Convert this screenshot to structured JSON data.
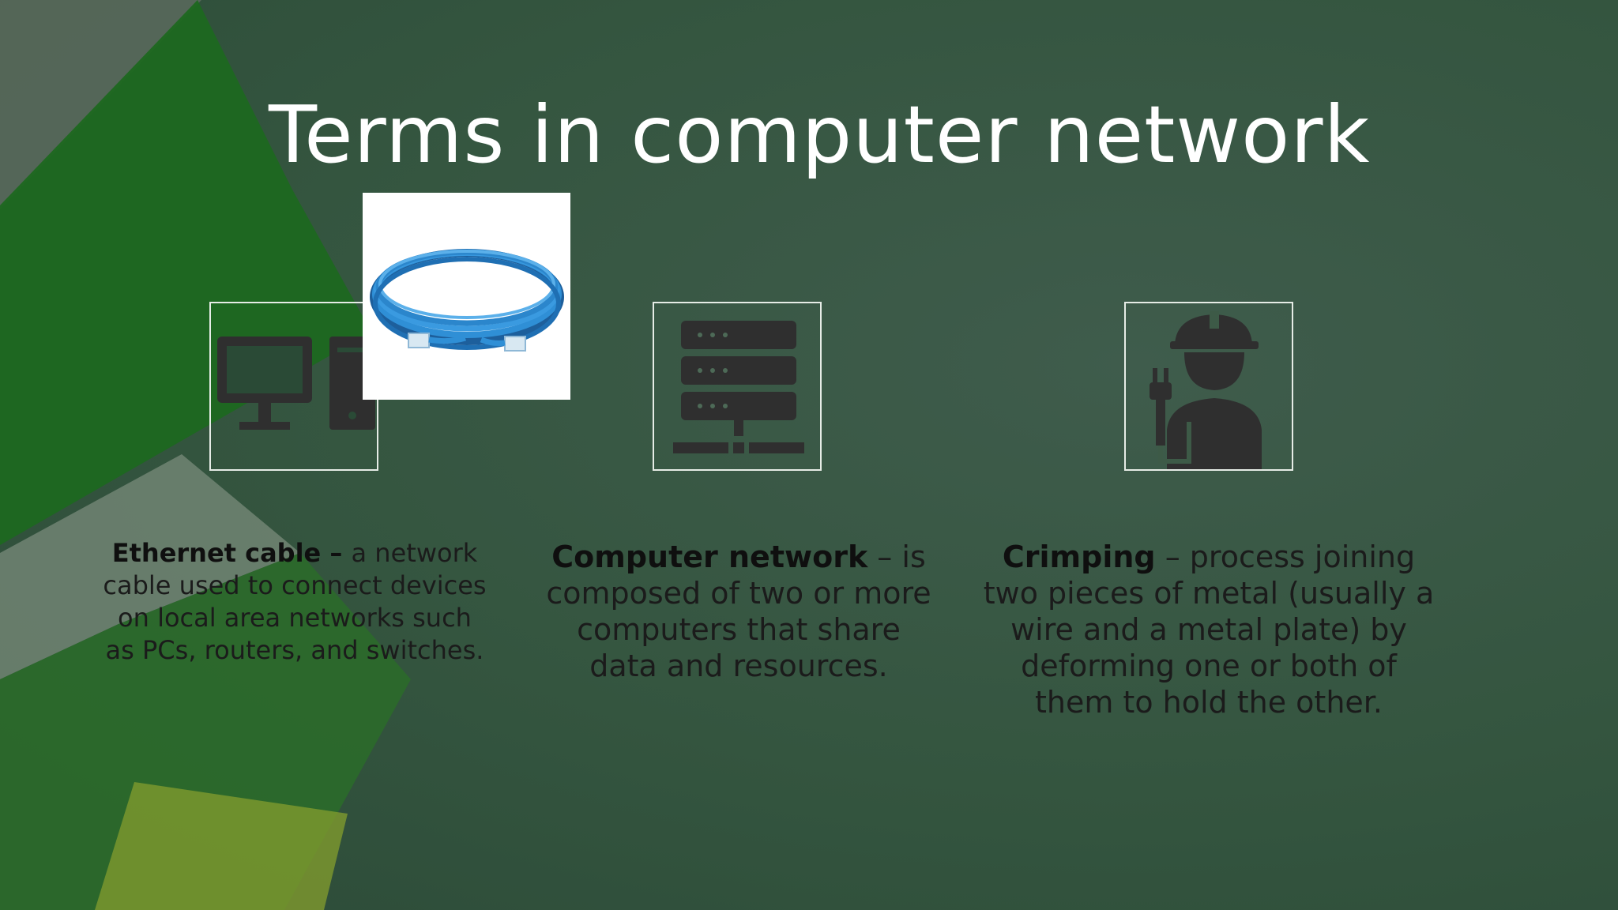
{
  "slide": {
    "title": "Terms in computer network",
    "terms": [
      {
        "name": "Ethernet cable",
        "separator": " – ",
        "definition": "a network cable used to connect devices on local area networks such as PCs, routers, and switches.",
        "icon": "desktop-computer-icon"
      },
      {
        "name": "Computer network",
        "separator": " – ",
        "definition": "is composed of two or more computers that share data and resources.",
        "icon": "server-icon"
      },
      {
        "name": "Crimping",
        "separator": " – ",
        "definition": "process joining two pieces of metal (usually a wire and a metal plate) by deforming one or both of them to hold the other.",
        "icon": "worker-with-plug-icon"
      }
    ],
    "photo": "ethernet-cable-photo",
    "colors": {
      "background": "#34553f",
      "accent_green": "#1f6b22",
      "title": "#ffffff",
      "icon_fill": "#2f2f2f",
      "cable_blue": "#2f8fd6"
    }
  }
}
